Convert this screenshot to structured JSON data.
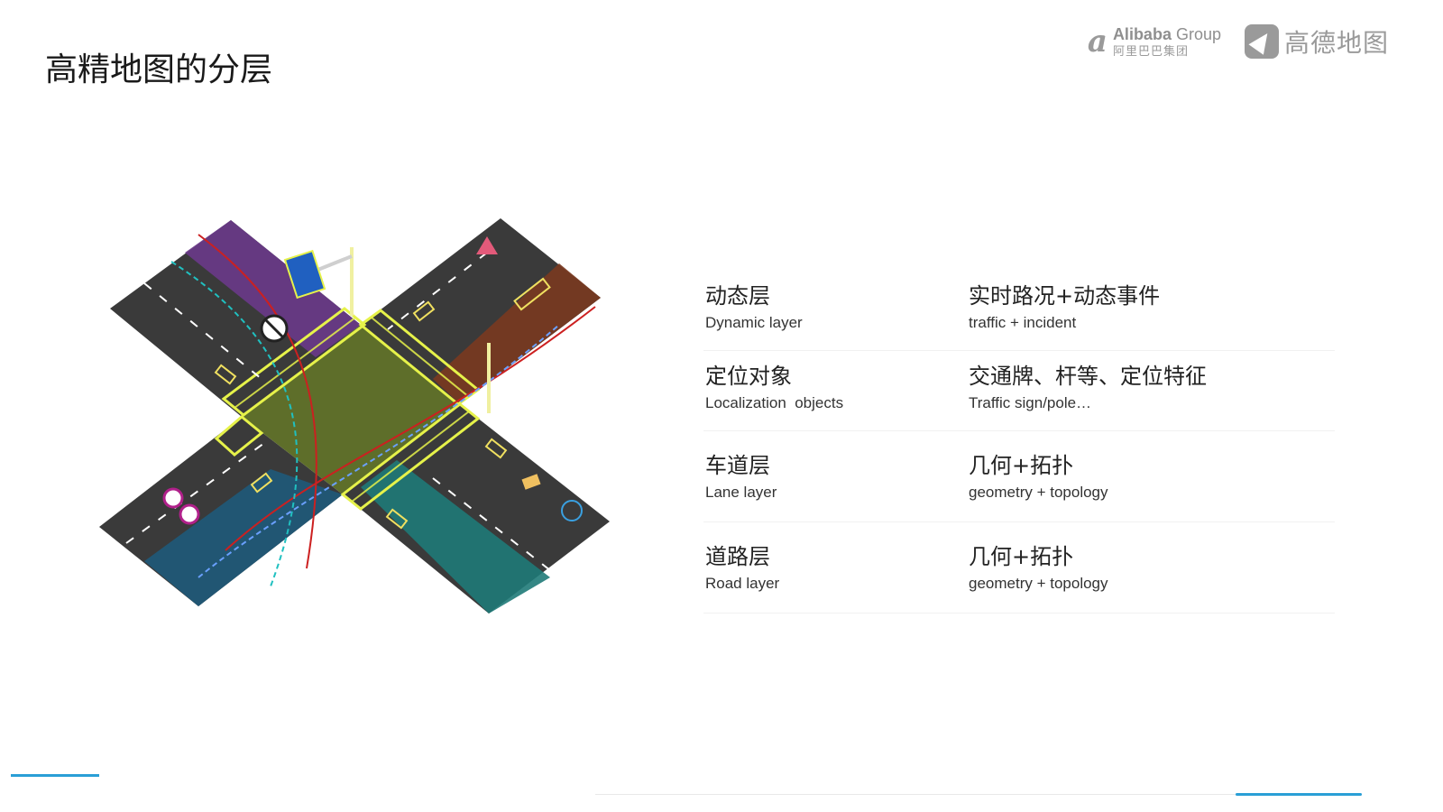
{
  "slide": {
    "title": "高精地图的分层"
  },
  "logos": {
    "alibaba_mark": "a",
    "alibaba_name_bold": "Alibaba",
    "alibaba_name_light": " Group",
    "alibaba_cn": "阿里巴巴集团",
    "gaode_name": "高德地图"
  },
  "layers": [
    {
      "cn_name": "动态层",
      "en_name": "Dynamic layer",
      "cn_desc": "实时路况+动态事件",
      "en_desc": "traffic + incident"
    },
    {
      "cn_name": "定位对象",
      "en_name": "Localization  objects",
      "cn_desc": "交通牌、杆等、定位特征",
      "en_desc": "Traffic sign/pole…"
    },
    {
      "cn_name": "车道层",
      "en_name": "Lane layer",
      "cn_desc": "几何+拓扑",
      "en_desc": "geometry + topology"
    },
    {
      "cn_name": "道路层",
      "en_name": "Road layer",
      "cn_desc": "几何+拓扑",
      "en_desc": "geometry + topology"
    }
  ],
  "colors": {
    "road": "#3a3a3a",
    "purple_lane": "#6a3a8a",
    "brown_lane": "#7a3a20",
    "teal_lane": "#1f7a78",
    "blue_lane": "#1f5a7a",
    "crosswalk": "#e6f24a",
    "intersection": "#5e6e2a",
    "accent": "#2a9fd6"
  }
}
